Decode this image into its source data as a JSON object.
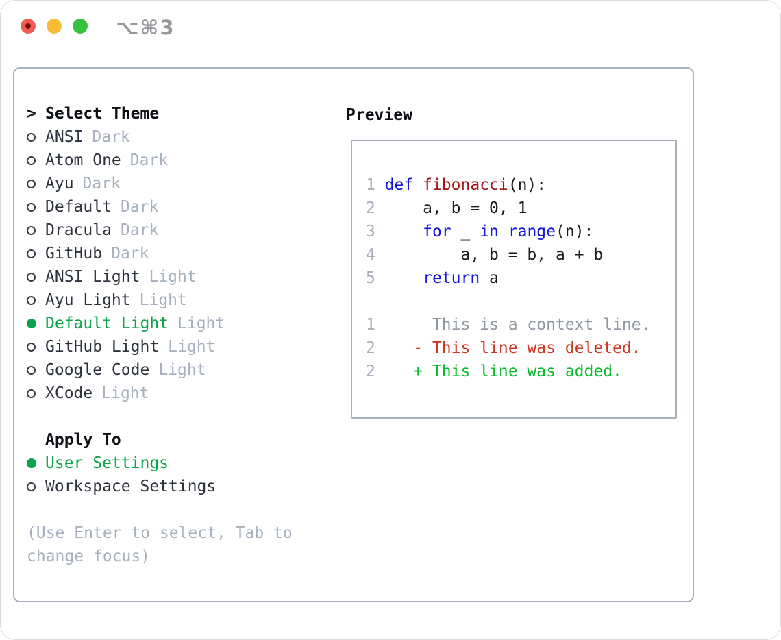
{
  "window": {
    "title": "⌥⌘3"
  },
  "titlebar_icons": [
    "close-button",
    "minimize-button",
    "zoom-button"
  ],
  "theme_list": {
    "cursor": ">",
    "header": "Select Theme",
    "items": [
      {
        "name": "ANSI",
        "tag": "Dark",
        "selected": false
      },
      {
        "name": "Atom One",
        "tag": "Dark",
        "selected": false
      },
      {
        "name": "Ayu",
        "tag": "Dark",
        "selected": false
      },
      {
        "name": "Default",
        "tag": "Dark",
        "selected": false
      },
      {
        "name": "Dracula",
        "tag": "Dark",
        "selected": false
      },
      {
        "name": "GitHub",
        "tag": "Dark",
        "selected": false
      },
      {
        "name": "ANSI Light",
        "tag": "Light",
        "selected": false
      },
      {
        "name": "Ayu Light",
        "tag": "Light",
        "selected": false
      },
      {
        "name": "Default Light",
        "tag": "Light",
        "selected": true
      },
      {
        "name": "GitHub Light",
        "tag": "Light",
        "selected": false
      },
      {
        "name": "Google Code",
        "tag": "Light",
        "selected": false
      },
      {
        "name": "XCode",
        "tag": "Light",
        "selected": false
      }
    ]
  },
  "apply_to": {
    "header": "Apply To",
    "options": [
      {
        "label": "User Settings",
        "selected": true
      },
      {
        "label": "Workspace Settings",
        "selected": false
      }
    ]
  },
  "hint": {
    "lines": [
      "(Use Enter to select, Tab to",
      "change focus)"
    ]
  },
  "preview": {
    "header": "Preview",
    "code_lines": [
      [
        {
          "t": "1 ",
          "c": "ln"
        },
        {
          "t": "def",
          "c": "kw"
        },
        {
          "t": " ",
          "c": "pl"
        },
        {
          "t": "fibonacci",
          "c": "fn"
        },
        {
          "t": "(n):",
          "c": "pl"
        }
      ],
      [
        {
          "t": "2 ",
          "c": "ln"
        },
        {
          "t": "    a, b = 0, 1",
          "c": "pl"
        }
      ],
      [
        {
          "t": "3 ",
          "c": "ln"
        },
        {
          "t": "    ",
          "c": "pl"
        },
        {
          "t": "for",
          "c": "kw"
        },
        {
          "t": " _ ",
          "c": "pl"
        },
        {
          "t": "in",
          "c": "kw"
        },
        {
          "t": " ",
          "c": "pl"
        },
        {
          "t": "range",
          "c": "kw"
        },
        {
          "t": "(n):",
          "c": "pl"
        }
      ],
      [
        {
          "t": "4 ",
          "c": "ln"
        },
        {
          "t": "        a, b = b, a + b",
          "c": "pl"
        }
      ],
      [
        {
          "t": "5 ",
          "c": "ln"
        },
        {
          "t": "    ",
          "c": "pl"
        },
        {
          "t": "return",
          "c": "kw"
        },
        {
          "t": " a",
          "c": "pl"
        }
      ],
      [],
      [
        {
          "t": "1 ",
          "c": "ln"
        },
        {
          "t": "     This is a context line.",
          "c": "ctx"
        }
      ],
      [
        {
          "t": "2 ",
          "c": "ln"
        },
        {
          "t": "   ",
          "c": "pl"
        },
        {
          "t": "- This line was deleted.",
          "c": "del"
        }
      ],
      [
        {
          "t": "2 ",
          "c": "ln"
        },
        {
          "t": "   ",
          "c": "pl"
        },
        {
          "t": "+ This line was added.",
          "c": "add"
        }
      ]
    ]
  },
  "colors": {
    "accent_green": "#0aa44c",
    "tag_gray": "#a6b0bf",
    "keyword_blue": "#1616d9",
    "function_red": "#a31515",
    "diff_deleted_red": "#cd3620",
    "diff_added_green": "#0cbb2d",
    "panel_border": "#a8b1be",
    "traffic_red": "#f35b51",
    "traffic_yellow": "#f9bc34",
    "traffic_green": "#35c23f"
  }
}
